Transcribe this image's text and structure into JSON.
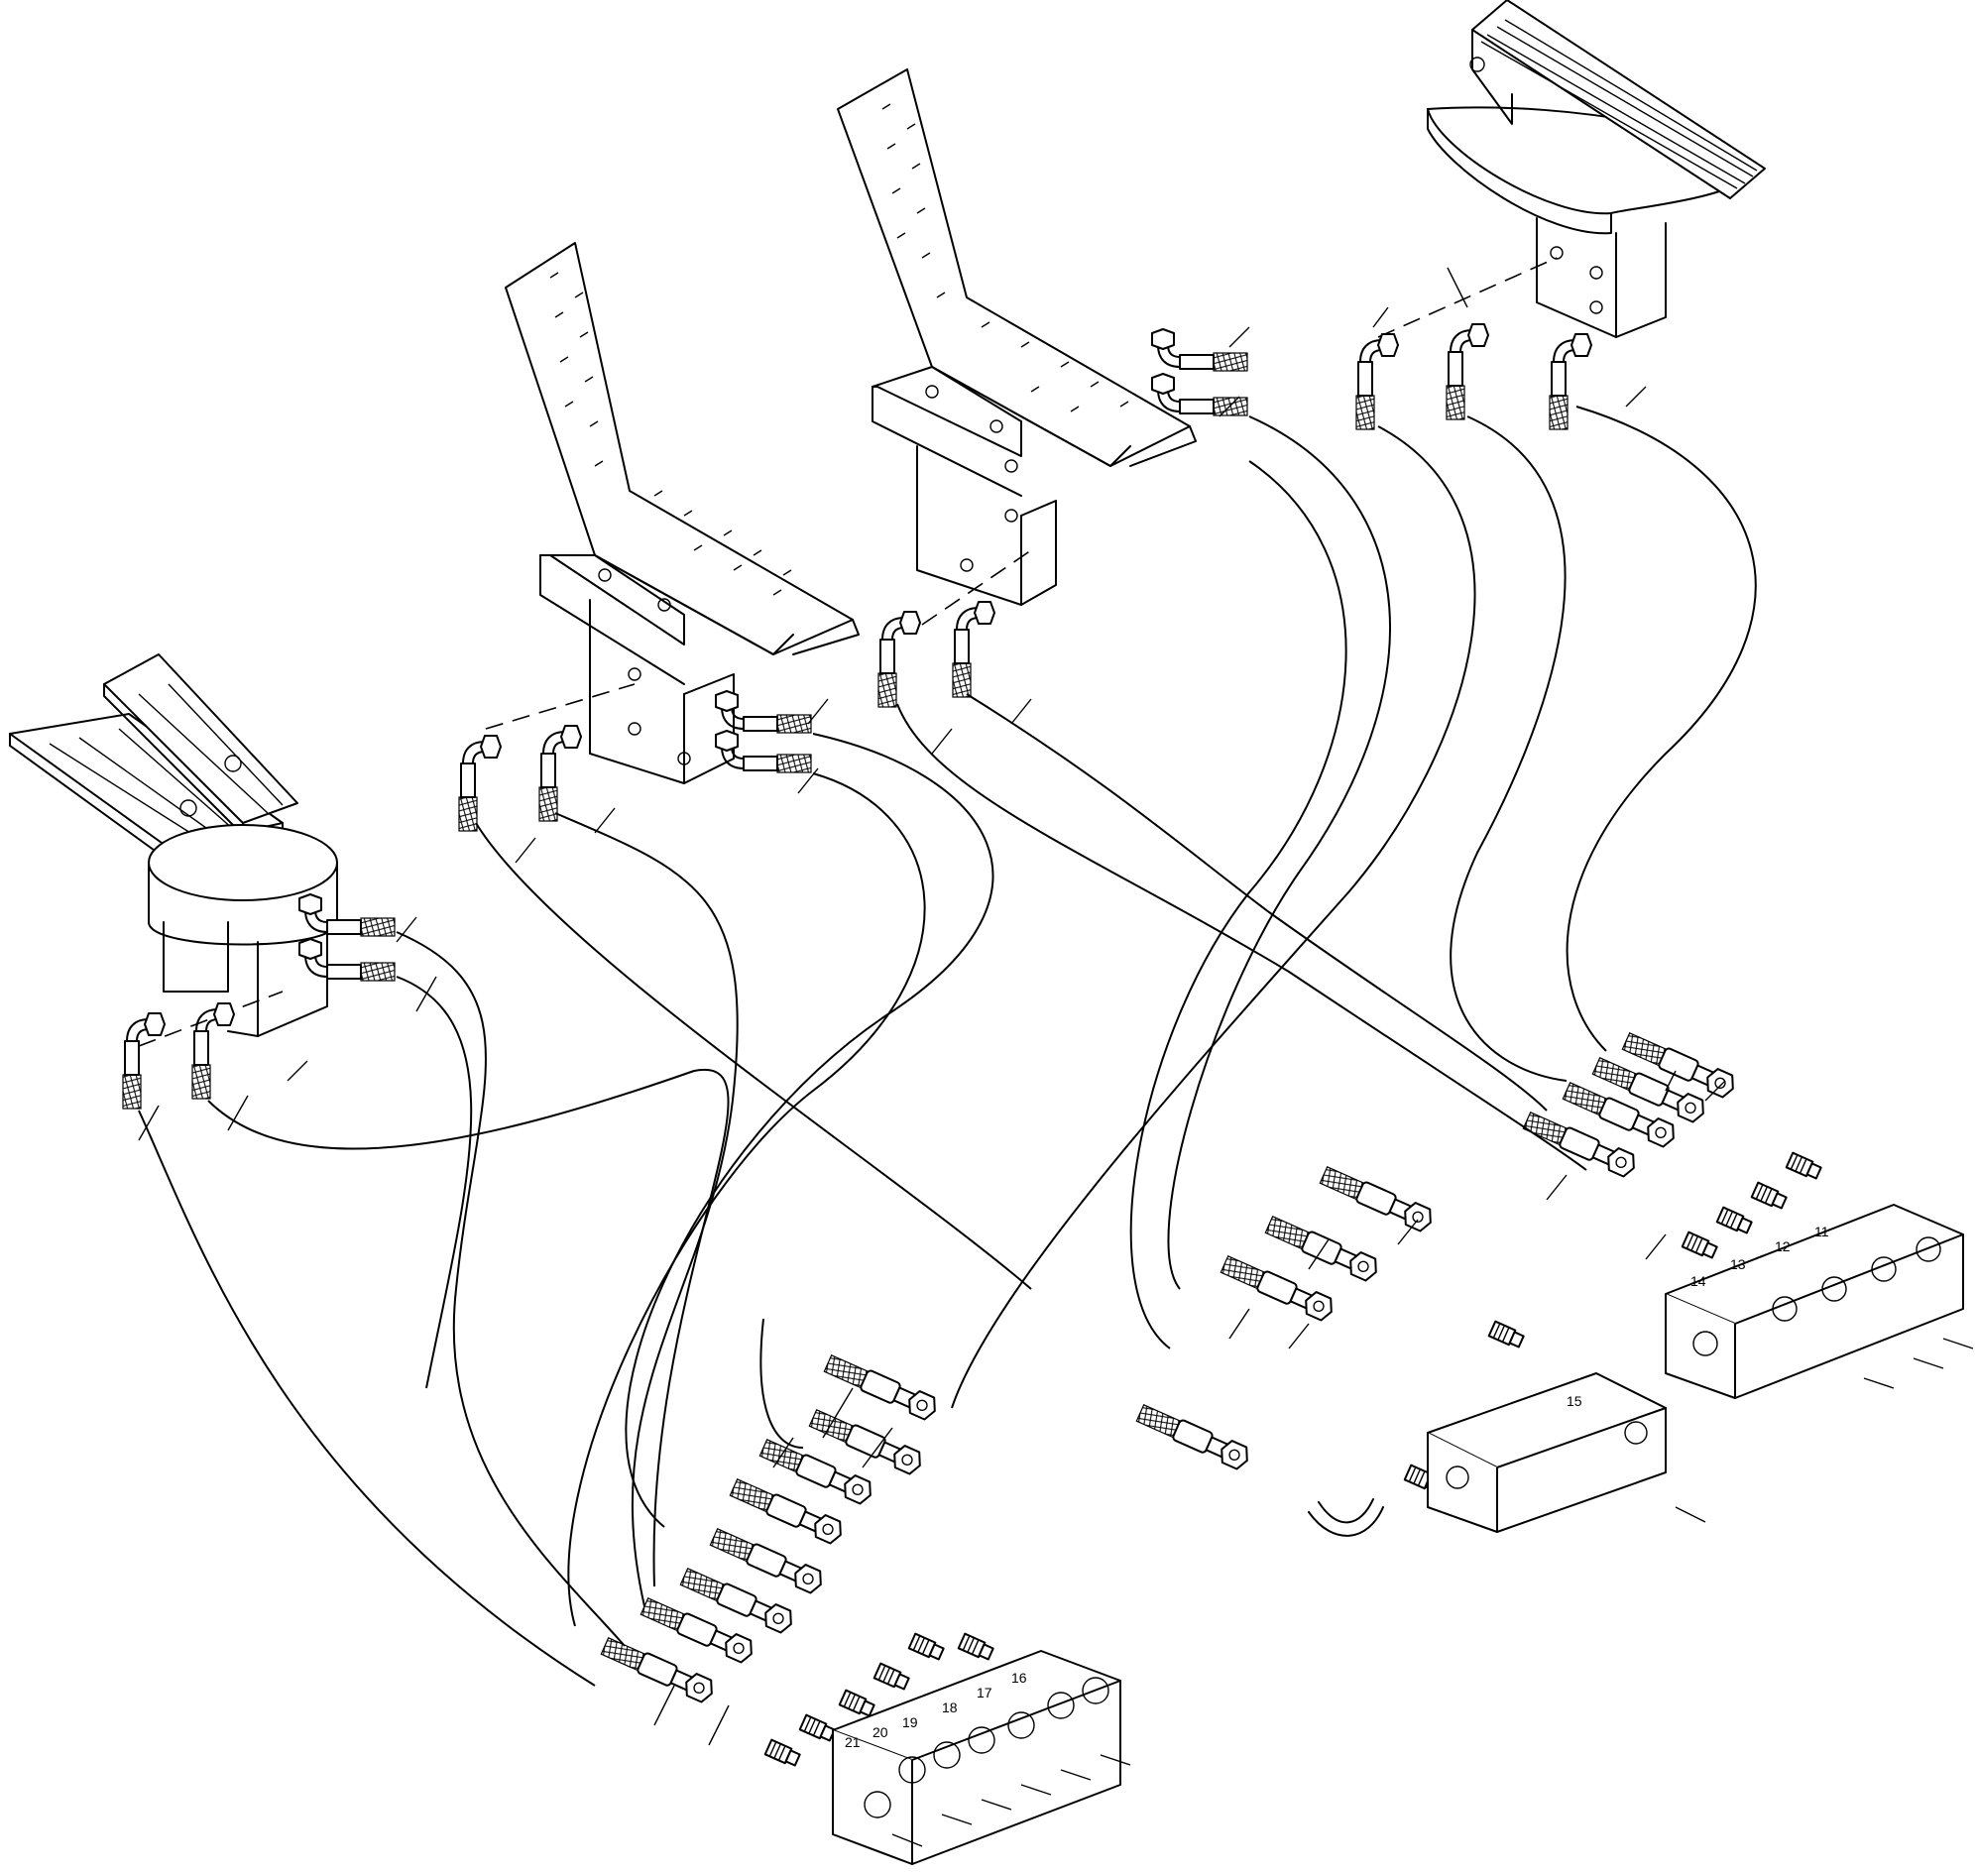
{
  "block_left": {
    "port_labels": [
      "21",
      "20",
      "19",
      "18",
      "17",
      "16"
    ]
  },
  "block_center": {
    "port_labels": [
      "15"
    ]
  },
  "block_right": {
    "port_labels": [
      "14",
      "13",
      "12",
      "11"
    ]
  }
}
